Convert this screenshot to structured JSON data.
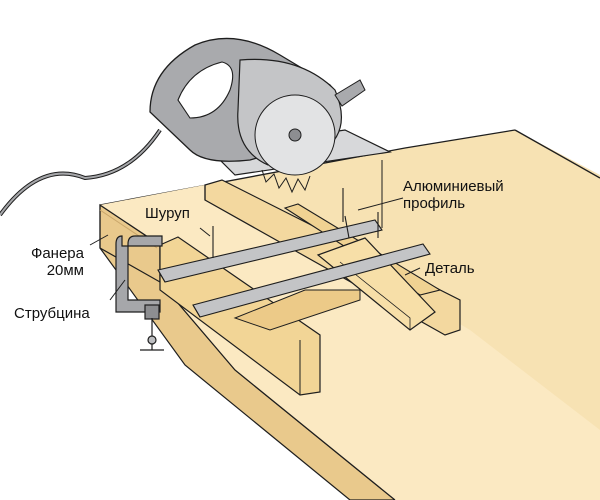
{
  "labels": {
    "profile_line1": "Алюминиевый",
    "profile_line2": "профиль",
    "screw": "Шуруп",
    "plywood_line1": "Фанера",
    "plywood_line2": "20мм",
    "part": "Деталь",
    "clamp": "Струбцина"
  },
  "colors": {
    "wood": "#f5dca4",
    "wood_light": "#fbecc8",
    "wood_dark": "#d9b779",
    "metal": "#b9babc",
    "metal_dark": "#8d8e91",
    "saw_body": "#a9aaad",
    "outline": "#1e1e1e"
  }
}
